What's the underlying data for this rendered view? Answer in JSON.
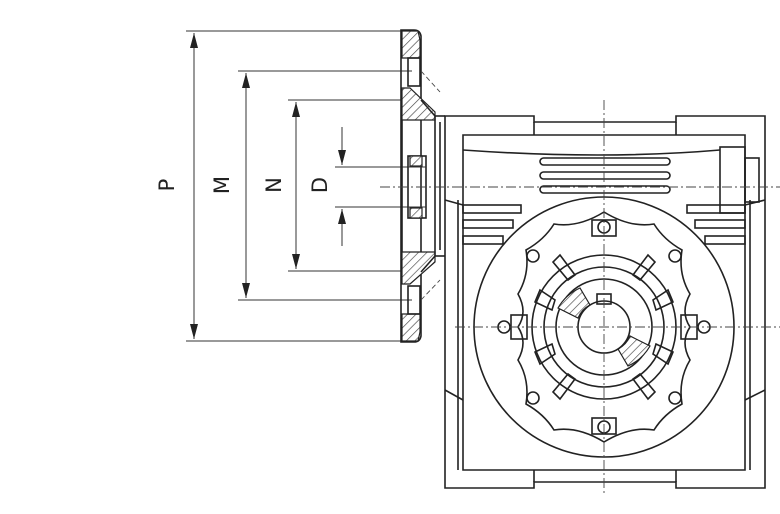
{
  "drawing": {
    "labels": {
      "P": "P",
      "M": "M",
      "N": "N",
      "D": "D"
    }
  }
}
